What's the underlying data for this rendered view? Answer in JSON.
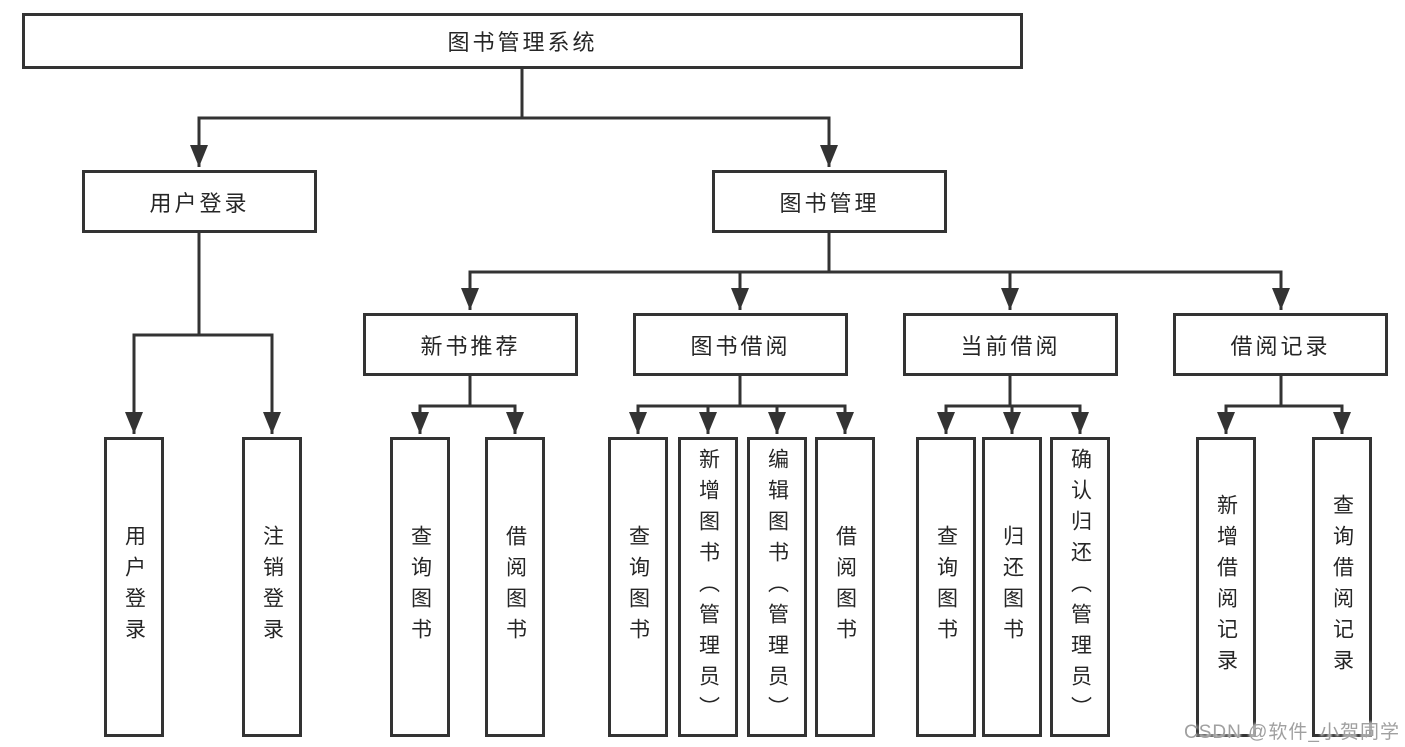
{
  "diagram": {
    "root": {
      "label": "图书管理系统"
    },
    "branches": [
      {
        "label": "用户登录",
        "children": [
          {
            "label": "用户登录"
          },
          {
            "label": "注销登录"
          }
        ]
      },
      {
        "label": "图书管理",
        "children": [
          {
            "label": "新书推荐",
            "children": [
              {
                "label": "查询图书"
              },
              {
                "label": "借阅图书"
              }
            ]
          },
          {
            "label": "图书借阅",
            "children": [
              {
                "label": "查询图书"
              },
              {
                "label": "新增图书（管理员）"
              },
              {
                "label": "编辑图书（管理员）"
              },
              {
                "label": "借阅图书"
              }
            ]
          },
          {
            "label": "当前借阅",
            "children": [
              {
                "label": "查询图书"
              },
              {
                "label": "归还图书"
              },
              {
                "label": "确认归还（管理员）"
              }
            ]
          },
          {
            "label": "借阅记录",
            "children": [
              {
                "label": "新增借阅记录"
              },
              {
                "label": "查询借阅记录"
              }
            ]
          }
        ]
      }
    ],
    "watermark": "CSDN @软件_小贺同学",
    "colors": {
      "line": "#333333",
      "text": "#262626",
      "box_fill": "#ffffff",
      "background": "#ffffff",
      "watermark": "#a0a0a0"
    }
  }
}
